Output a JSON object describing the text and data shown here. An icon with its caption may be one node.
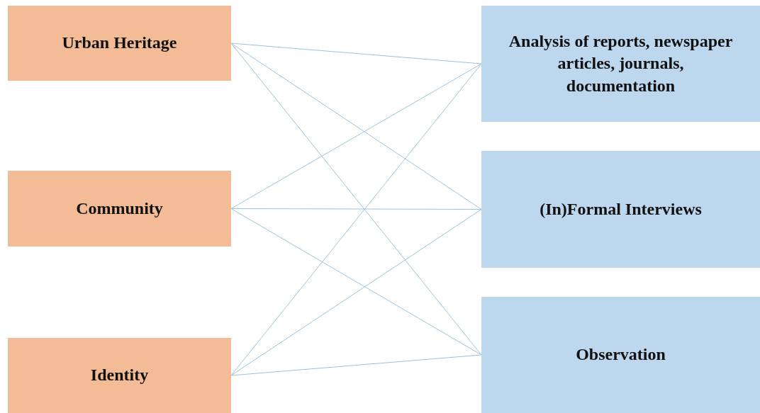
{
  "diagram": {
    "nodes": [
      {
        "text": [
          "Urban Heritage"
        ]
      },
      {
        "text": [
          "Community"
        ]
      },
      {
        "text": [
          "Identity"
        ]
      },
      {
        "text": [
          "Analysis of reports, newspaper articles, journals, documentation"
        ]
      },
      {
        "text": [
          "(In)Formal Interviews"
        ]
      },
      {
        "text": [
          "Observation"
        ]
      }
    ],
    "edges": [
      {
        "from": 0,
        "to": 3,
        "arrow": "none"
      },
      {
        "from": 0,
        "to": 4,
        "arrow": "none"
      },
      {
        "from": 0,
        "to": 5,
        "arrow": "none"
      },
      {
        "from": 1,
        "to": 3,
        "arrow": "none"
      },
      {
        "from": 1,
        "to": 4,
        "arrow": "none"
      },
      {
        "from": 1,
        "to": 5,
        "arrow": "none"
      },
      {
        "from": 2,
        "to": 3,
        "arrow": "none"
      },
      {
        "from": 2,
        "to": 4,
        "arrow": "none"
      },
      {
        "from": 2,
        "to": 5,
        "arrow": "none"
      }
    ]
  }
}
